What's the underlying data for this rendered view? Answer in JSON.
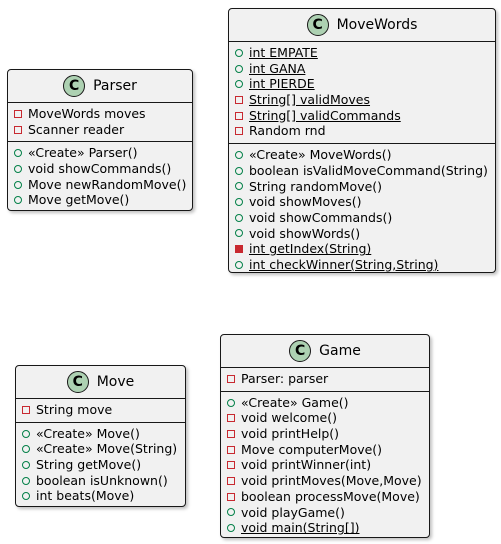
{
  "colors": {
    "class_fill": "#f1f1f1",
    "class_border": "#181818",
    "class_icon": "#add1b2",
    "public": "#038048",
    "private": "#c82930"
  },
  "classes": {
    "parser": {
      "icon": "C",
      "name": "Parser",
      "fields": [
        {
          "vis": "private",
          "text": "MoveWords moves",
          "static": false
        },
        {
          "vis": "private",
          "text": "Scanner reader",
          "static": false
        }
      ],
      "methods": [
        {
          "vis": "public",
          "text": "«Create» Parser()",
          "static": false
        },
        {
          "vis": "public",
          "text": "void showCommands()",
          "static": false
        },
        {
          "vis": "public",
          "text": "Move newRandomMove()",
          "static": false
        },
        {
          "vis": "public",
          "text": "Move getMove()",
          "static": false
        }
      ]
    },
    "movewords": {
      "icon": "C",
      "name": "MoveWords",
      "fields": [
        {
          "vis": "public",
          "text": "int EMPATE",
          "static": true
        },
        {
          "vis": "public",
          "text": "int GANA",
          "static": true
        },
        {
          "vis": "public",
          "text": "int PIERDE",
          "static": true
        },
        {
          "vis": "private",
          "text": "String[] validMoves",
          "static": true
        },
        {
          "vis": "private",
          "text": "String[] validCommands",
          "static": true
        },
        {
          "vis": "private",
          "text": "Random rnd",
          "static": false
        }
      ],
      "methods": [
        {
          "vis": "public",
          "text": "«Create» MoveWords()",
          "static": false
        },
        {
          "vis": "public",
          "text": "boolean isValidMoveCommand(String)",
          "static": false
        },
        {
          "vis": "public",
          "text": "String randomMove()",
          "static": false
        },
        {
          "vis": "public",
          "text": "void showMoves()",
          "static": false
        },
        {
          "vis": "public",
          "text": "void showCommands()",
          "static": false
        },
        {
          "vis": "public",
          "text": "void showWords()",
          "static": false
        },
        {
          "vis": "private-filled",
          "text": "int getIndex(String)",
          "static": true
        },
        {
          "vis": "public",
          "text": "int checkWinner(String,String)",
          "static": true
        }
      ]
    },
    "move": {
      "icon": "C",
      "name": "Move",
      "fields": [
        {
          "vis": "private",
          "text": "String move",
          "static": false
        }
      ],
      "methods": [
        {
          "vis": "public",
          "text": "«Create» Move()",
          "static": false
        },
        {
          "vis": "public",
          "text": "«Create» Move(String)",
          "static": false
        },
        {
          "vis": "public",
          "text": "String getMove()",
          "static": false
        },
        {
          "vis": "public",
          "text": "boolean isUnknown()",
          "static": false
        },
        {
          "vis": "public",
          "text": "int beats(Move)",
          "static": false
        }
      ]
    },
    "game": {
      "icon": "C",
      "name": "Game",
      "fields": [
        {
          "vis": "private",
          "text": "Parser: parser",
          "static": false
        }
      ],
      "methods": [
        {
          "vis": "public",
          "text": "«Create» Game()",
          "static": false
        },
        {
          "vis": "private",
          "text": "void welcome()",
          "static": false
        },
        {
          "vis": "private",
          "text": "void printHelp()",
          "static": false
        },
        {
          "vis": "private",
          "text": "Move computerMove()",
          "static": false
        },
        {
          "vis": "private",
          "text": "void printWinner(int)",
          "static": false
        },
        {
          "vis": "private",
          "text": "void printMoves(Move,Move)",
          "static": false
        },
        {
          "vis": "private",
          "text": "boolean processMove(Move)",
          "static": false
        },
        {
          "vis": "public",
          "text": "void playGame()",
          "static": false
        },
        {
          "vis": "public",
          "text": "void main(String[])",
          "static": true
        }
      ]
    }
  }
}
